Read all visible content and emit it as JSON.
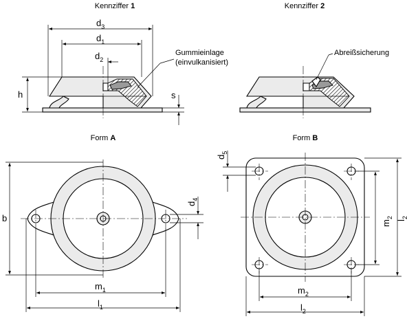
{
  "captions": {
    "version_1_prefix": "Kennziffer ",
    "version_1_num": "1",
    "version_2_prefix": "Kennziffer ",
    "version_2_num": "2",
    "form_a_prefix": "Form ",
    "form_a_letter": "A",
    "form_b_prefix": "Form ",
    "form_b_letter": "B"
  },
  "callouts": {
    "rubber_insert_line1": "Gummieinlage",
    "rubber_insert_line2": "(einvulkanisiert)",
    "tear_off_protection": "Abreißsicherung"
  },
  "dimensions": {
    "d3": {
      "base": "d",
      "sub": "3"
    },
    "d1": {
      "base": "d",
      "sub": "1"
    },
    "d2": {
      "base": "d",
      "sub": "2"
    },
    "h": {
      "base": "h"
    },
    "s": {
      "base": "s"
    },
    "d4": {
      "base": "d",
      "sub": "4"
    },
    "d5": {
      "base": "d",
      "sub": "5"
    },
    "b": {
      "base": "b"
    },
    "m1": {
      "base": "m",
      "sub": "1"
    },
    "l1": {
      "base": "l",
      "sub": "1"
    },
    "m2_horizontal": {
      "base": "m",
      "sub": "2"
    },
    "l2_horizontal": {
      "base": "l",
      "sub": "2"
    },
    "m2_vertical": {
      "base": "m",
      "sub": "2"
    },
    "l2_vertical": {
      "base": "l",
      "sub": "2"
    }
  }
}
